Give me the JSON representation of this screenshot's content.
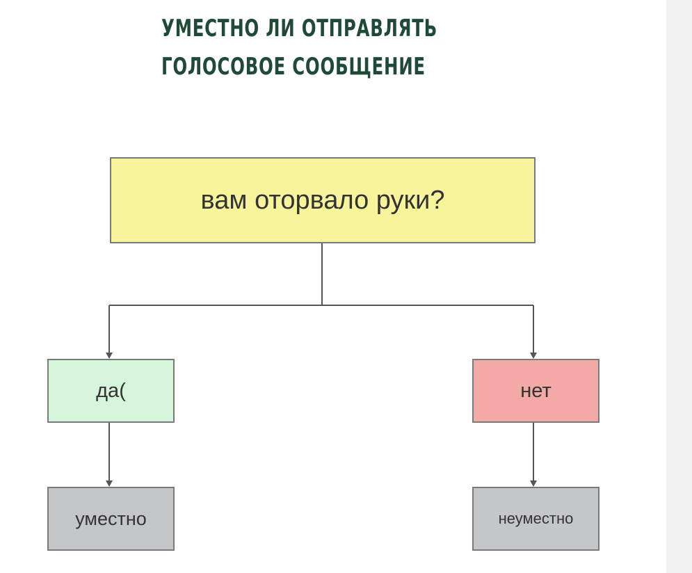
{
  "title": {
    "line1": "УМЕСТНО ЛИ ОТПРАВЛЯТЬ",
    "line2": "ГОЛОСОВОЕ СООБЩЕНИЕ"
  },
  "flowchart": {
    "question": "вам оторвало руки?",
    "yes": "да(",
    "no": "нет",
    "yes_result": "уместно",
    "no_result": "неуместно"
  },
  "colors": {
    "title": "#1f4a37",
    "question_fill": "#f7f49c",
    "yes_fill": "#d7f4dc",
    "no_fill": "#f3a9a5",
    "result_fill": "#c5c6c8"
  }
}
